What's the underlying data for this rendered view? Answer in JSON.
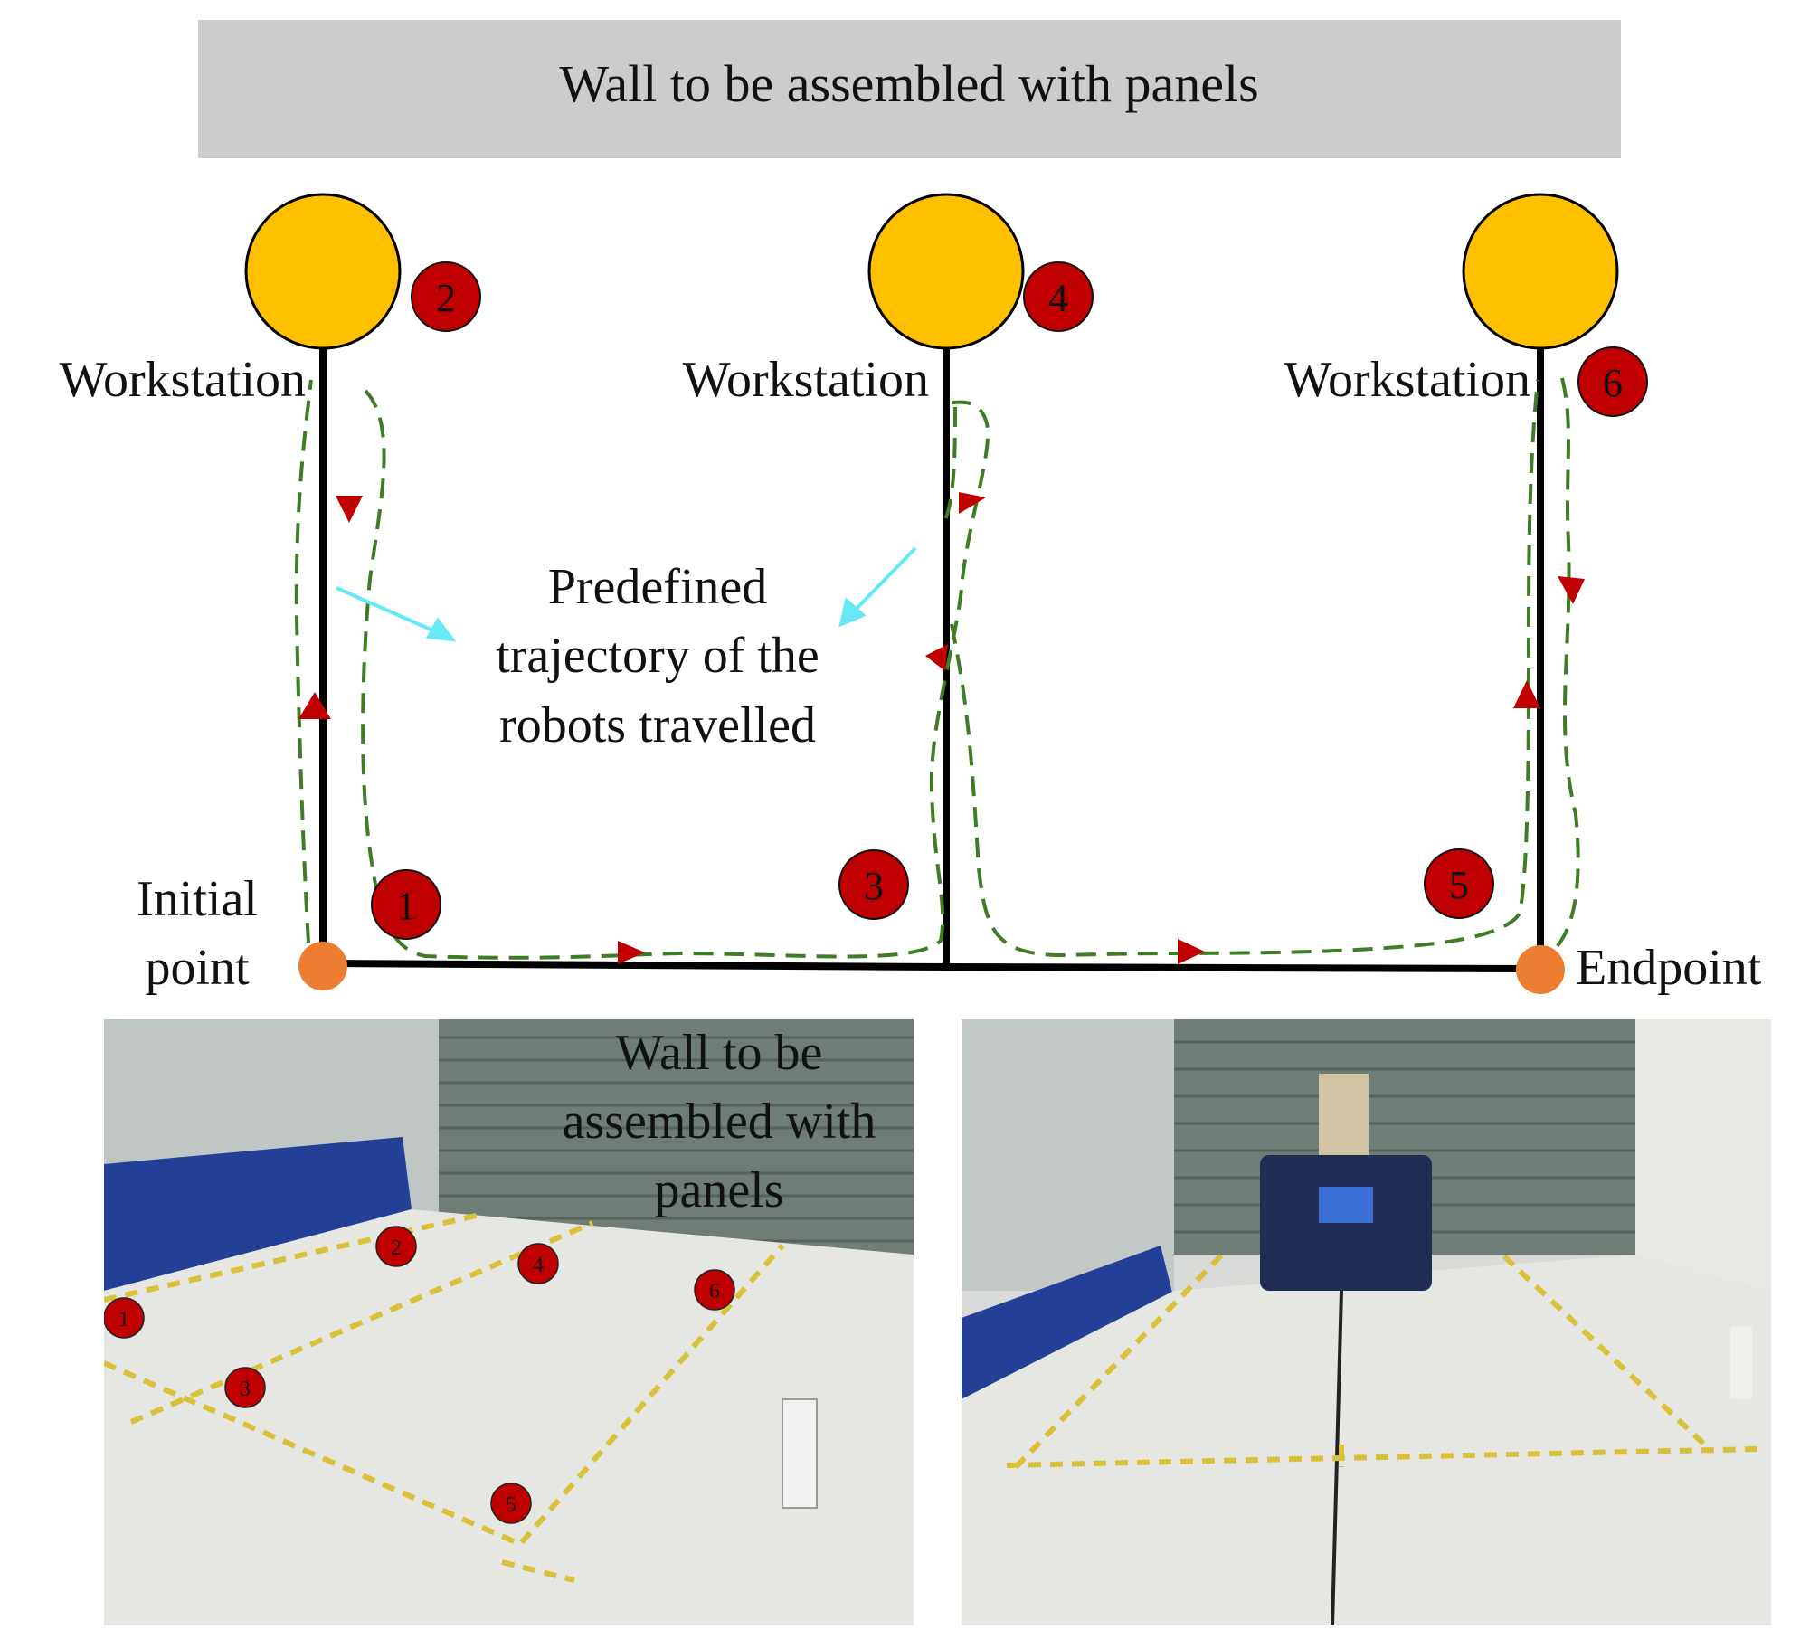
{
  "header": {
    "title": "Wall to be assembled with panels"
  },
  "workstations": [
    {
      "label": "Workstation",
      "marker": "2"
    },
    {
      "label": "Workstation",
      "marker": "4"
    },
    {
      "label": "Workstation",
      "marker": "6"
    }
  ],
  "corner_markers": [
    "1",
    "3",
    "5"
  ],
  "trajectory_note": {
    "line1": "Predefined",
    "line2": "trajectory of the",
    "line3": "robots travelled"
  },
  "start": {
    "line1": "Initial",
    "line2": "point"
  },
  "end": {
    "label": "Endpoint"
  },
  "photo_left": {
    "wall_line1": "Wall to be",
    "wall_line2": "assembled with",
    "wall_line3": "panels",
    "markers": [
      "1",
      "2",
      "3",
      "4",
      "5",
      "6"
    ]
  },
  "colors": {
    "header_bg": "#cccccc",
    "workstation_fill": "#ffc000",
    "endpoint_fill": "#ed7d31",
    "marker_fill": "#c00000",
    "trajectory": "#3e7d25",
    "arrow_head": "#c00000",
    "pointer": "#66e8f5",
    "track": "#000000"
  }
}
